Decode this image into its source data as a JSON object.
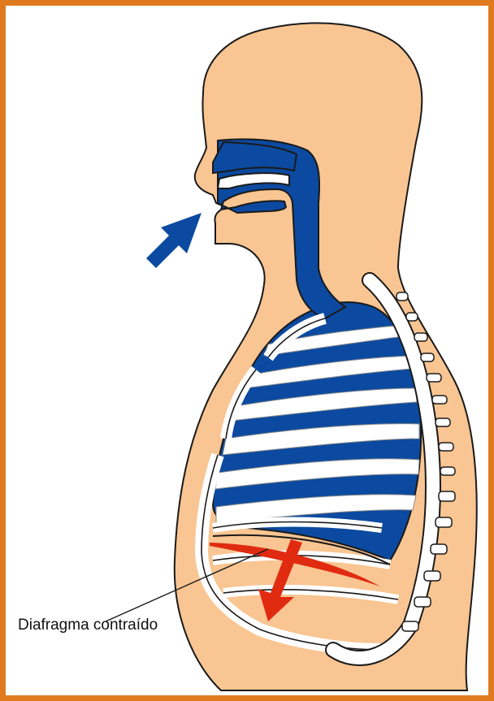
{
  "figure": {
    "annotation_label": "Diafragma contraído",
    "colors": {
      "frame": "#e07a1f",
      "skin": "#f9c592",
      "airway": "#0b4aa0",
      "rib": "#ffffff",
      "arrow_in": "#0b4aa0",
      "diaphragm_arrow": "#e02b10",
      "outline": "#1a1a1a"
    },
    "icons": {
      "air_inflow_arrow": "arrow-up-right",
      "diaphragm_down_arrow": "arrow-down"
    }
  }
}
